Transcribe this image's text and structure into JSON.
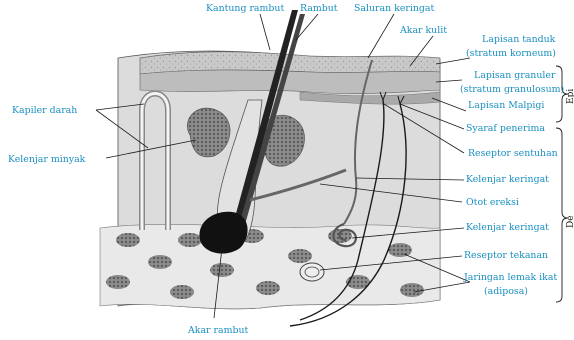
{
  "labels": {
    "kantung_rambut": "Kantung rambut",
    "rambut": "Rambut",
    "saluran_keringat": "Saluran keringat",
    "akar_kulit": "Akar kulit",
    "lapisan_tanduk_1": "Lapisan tanduk",
    "lapisan_tanduk_2": "(stratum korneum)",
    "lapisan_granuler_1": "Lapisan granuler",
    "lapisan_granuler_2": "(stratum granulosum)",
    "lapisan_malpigi": "Lapisan Malpigi",
    "syaraf_penerima": "Syaraf penerima",
    "reseptor_sentuhan": "Reseptor sentuhan",
    "kelenjar_keringat_1": "Kelenjar keringat",
    "otot_ereksi": "Otot ereksi",
    "kelenjar_keringat_2": "Kelenjar keringat",
    "reseptor_tekanan": "Reseptor tekanan",
    "jaringan_lemak_1": "Jaringan lemak ikat",
    "jaringan_lemak_2": "(adiposa)",
    "kapiler_darah": "Kapiler darah",
    "kelenjar_minyak": "Kelenjar minyak",
    "akar_rambut": "Akar rambut",
    "brace_epidermis": "Epi",
    "brace_dermis": "De"
  },
  "colors": {
    "label": "#1a8fbf",
    "line": "#1a1a1a",
    "epidermis": "#b9b9b9",
    "dermis": "#d6d6d6",
    "fat": "#8f8f8f"
  }
}
